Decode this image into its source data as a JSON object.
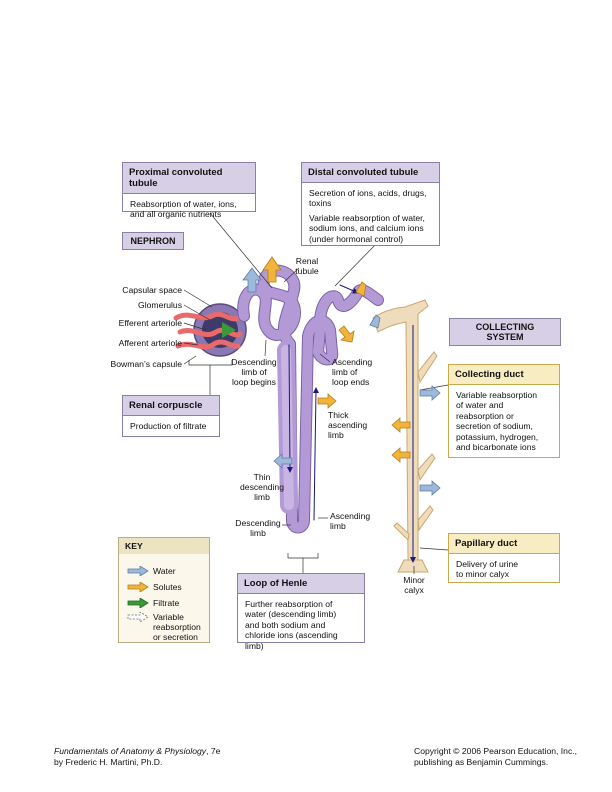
{
  "boxes": {
    "pct": {
      "title": "Proximal convoluted tubule",
      "body": [
        "Reabsorption of water, ions,",
        "and all organic nutrients"
      ]
    },
    "dct": {
      "title": "Distal convoluted tubule",
      "body1": [
        "Secretion of ions, acids, drugs,",
        "toxins"
      ],
      "body2": [
        "Variable reabsorption of water,",
        "sodium ions, and calcium ions",
        "(under hormonal control)"
      ]
    },
    "renal_corpuscle": {
      "title": "Renal corpuscle",
      "body": [
        "Production of filtrate"
      ]
    },
    "collecting_duct": {
      "title": "Collecting duct",
      "body": [
        "Variable reabsorption",
        "of water and",
        "reabsorption or",
        "secretion of sodium,",
        "potassium, hydrogen,",
        "and bicarbonate ions"
      ]
    },
    "papillary_duct": {
      "title": "Papillary duct",
      "body": [
        "Delivery of urine",
        "to minor calyx"
      ]
    },
    "loop_of_henle": {
      "title": "Loop of Henle",
      "body": [
        "Further reabsorption of",
        "water (descending limb)",
        "and both sodium and",
        "chloride ions (ascending limb)"
      ]
    }
  },
  "tags": {
    "nephron": "NEPHRON",
    "collecting_system": "COLLECTING SYSTEM"
  },
  "labels": {
    "capsular_space": "Capsular space",
    "glomerulus": "Glomerulus",
    "efferent_arteriole": "Efferent arteriole",
    "afferent_arteriole": "Afferent arteriole",
    "bowmans_capsule": "Bowman’s capsule",
    "renal_tubule": [
      "Renal",
      "tubule"
    ],
    "desc_limb_begins": [
      "Descending",
      "limb of",
      "loop begins"
    ],
    "asc_limb_ends": [
      "Ascending",
      "limb of",
      "loop ends"
    ],
    "thick_asc": [
      "Thick",
      "ascending",
      "limb"
    ],
    "thin_desc": [
      "Thin",
      "descending",
      "limb"
    ],
    "desc_limb": [
      "Descending",
      "limb"
    ],
    "asc_limb": [
      "Ascending",
      "limb"
    ],
    "minor_calyx": [
      "Minor",
      "calyx"
    ]
  },
  "key": {
    "title": "KEY",
    "water": "Water",
    "solutes": "Solutes",
    "filtrate": "Filtrate",
    "variable": [
      "Variable",
      "reabsorption",
      "or secretion"
    ]
  },
  "colors": {
    "tubule": "#b39ad6",
    "tubule_dark": "#7b62a8",
    "duct": "#efdcbc",
    "water": "#9db8d8",
    "solutes": "#f2b33a",
    "filtrate": "#3a9a3a",
    "vessel": "#e86a6a"
  },
  "footer": {
    "left_title": "Fundamentals of Anatomy & Physiology",
    "left_edition": ", 7e",
    "left_author": "by Frederic H. Martini, Ph.D.",
    "right_line1": "Copyright © 2006 Pearson Education, Inc.,",
    "right_line2": "publishing as Benjamin Cummings."
  }
}
